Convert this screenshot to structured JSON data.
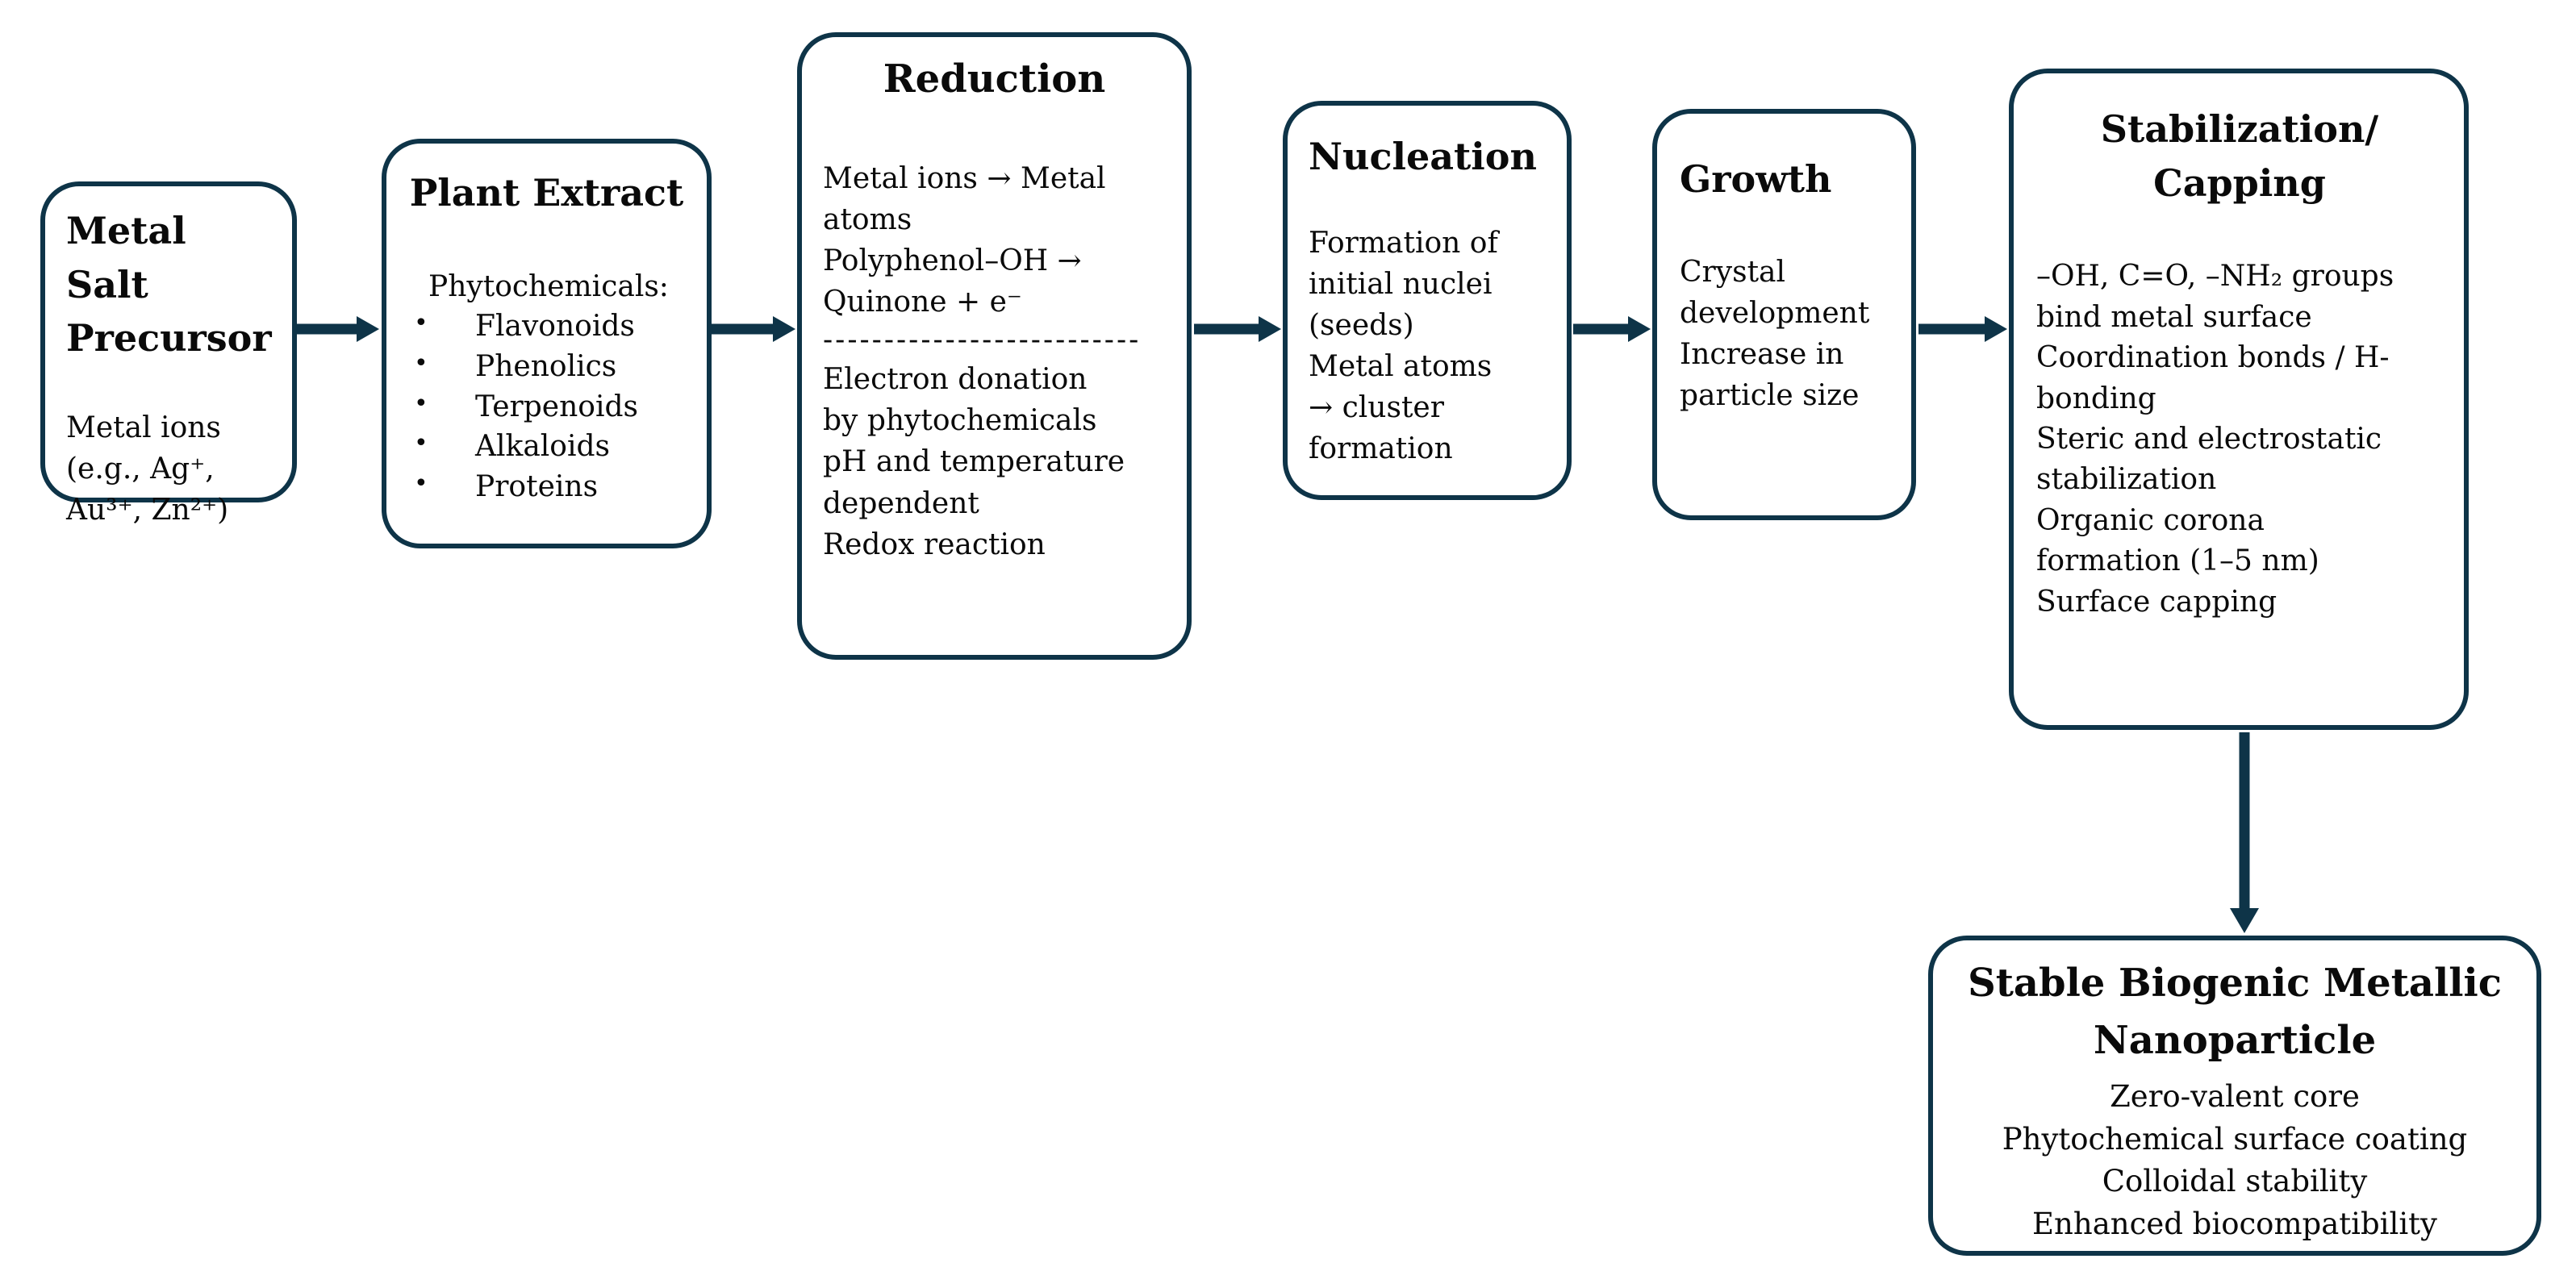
{
  "colors": {
    "accent": "#0e3448",
    "text": "#0a0a0a",
    "background": "#ffffff"
  },
  "boxes": {
    "metal_salt": {
      "title": "Metal Salt\nPrecursor",
      "body": "Metal ions\n(e.g., Ag⁺,\nAu³⁺, Zn²⁺)"
    },
    "plant_extract": {
      "title": "Plant Extract",
      "subtitle": "Phytochemicals:",
      "bullet": "•",
      "items": [
        "Flavonoids",
        "Phenolics",
        "Terpenoids",
        "Alkaloids",
        "Proteins"
      ]
    },
    "reduction": {
      "title": "Reduction",
      "body_top": "Metal ions → Metal\natoms\nPolyphenol–OH →\nQuinone + e⁻",
      "divider": "--------------------------",
      "body_bottom": "Electron donation\nby phytochemicals\npH and temperature\ndependent\nRedox reaction"
    },
    "nucleation": {
      "title": "Nucleation",
      "body": "Formation of\ninitial nuclei\n(seeds)\nMetal atoms\n→ cluster\nformation"
    },
    "growth": {
      "title": "Growth",
      "body": "Crystal\ndevelopment\nIncrease in\nparticle size"
    },
    "stabilization": {
      "title": "Stabilization/\nCapping",
      "body": "–OH, C=O, –NH₂ groups\nbind metal surface\nCoordination bonds / H-\nbonding\nSteric and electrostatic\nstabilization\nOrganic corona\nformation (1–5 nm)\nSurface capping"
    },
    "nanoparticle": {
      "title": "Stable Biogenic Metallic\nNanoparticle",
      "body": "Zero-valent core\nPhytochemical surface coating\nColloidal stability\nEnhanced biocompatibility"
    }
  }
}
